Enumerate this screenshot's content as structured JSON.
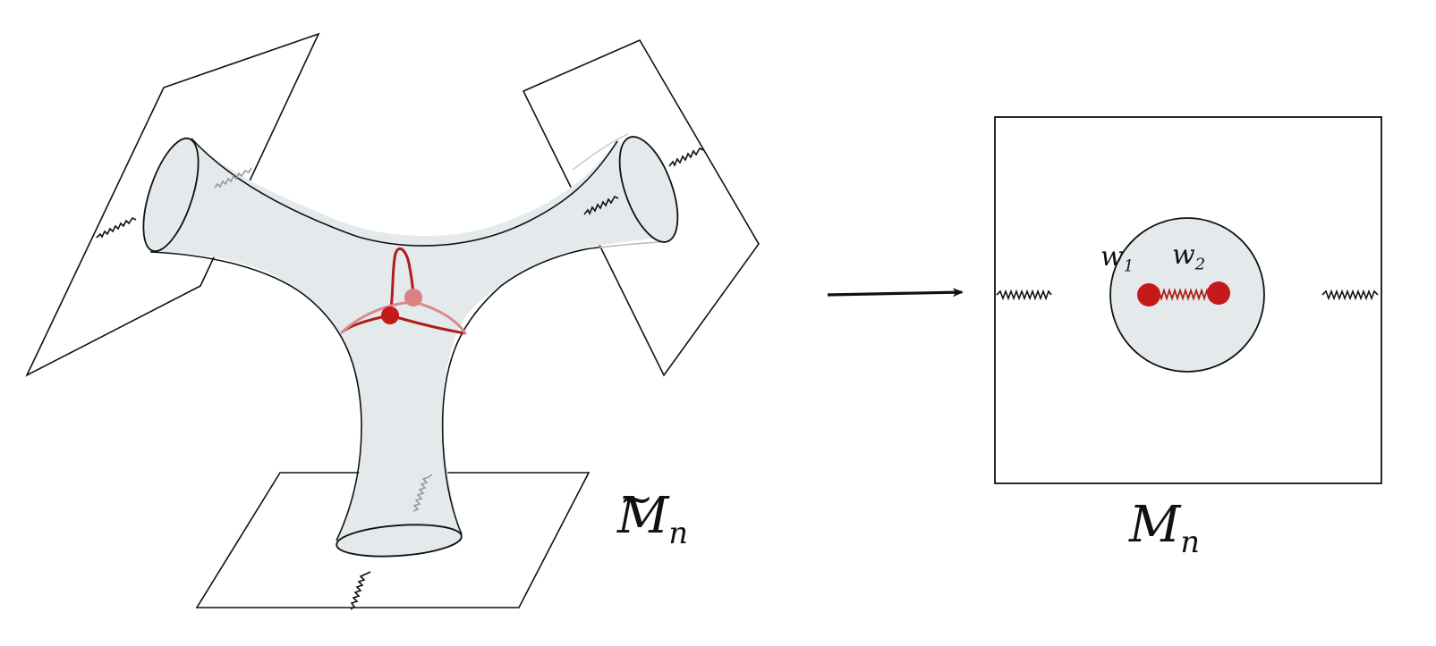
{
  "labels": {
    "left_manifold": {
      "base": "M",
      "subscript": "n",
      "accent": "~"
    },
    "right_manifold": {
      "base": "M",
      "subscript": "n"
    },
    "point_1": {
      "base": "w",
      "subscript": "1"
    },
    "point_2": {
      "base": "w",
      "subscript": "2"
    }
  },
  "colors": {
    "surface_fill": "#e4eaec",
    "stroke": "#111111",
    "branch_red": "#b01c1c",
    "point_red": "#c41a1a",
    "faded_cut": "#8a8a8a"
  }
}
